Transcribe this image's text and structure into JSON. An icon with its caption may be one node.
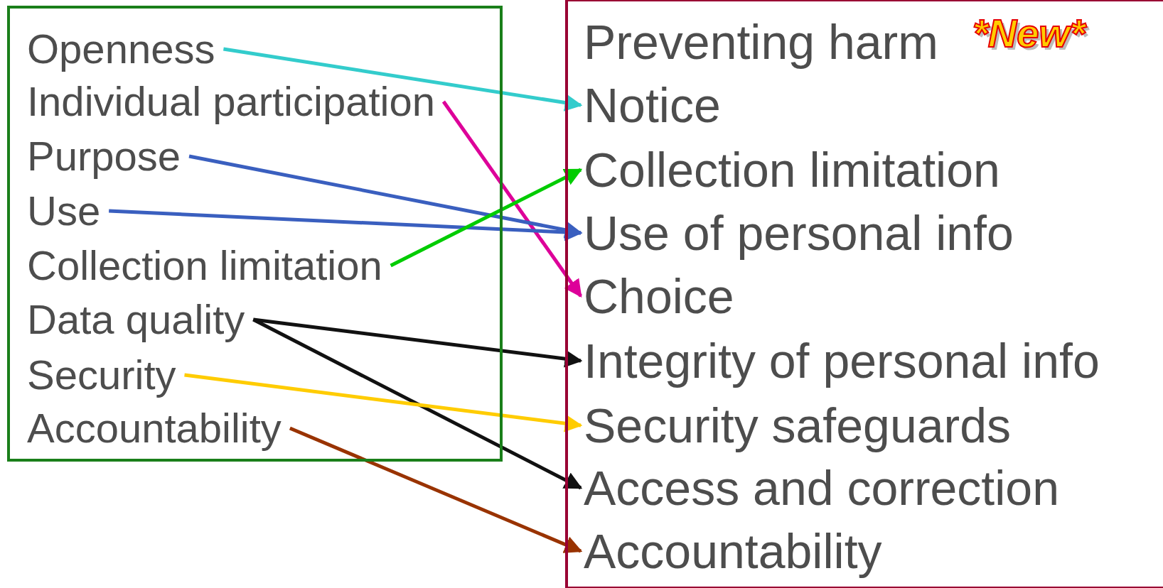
{
  "diagram": {
    "nodes": [
      {
        "text": [],
        "shape": "box"
      },
      {
        "text": [
          "Openness"
        ],
        "in": 0
      },
      {
        "text": [
          "Individual participation"
        ],
        "in": 0
      },
      {
        "text": [
          "Purpose"
        ],
        "in": 0
      },
      {
        "text": [
          "Use"
        ],
        "in": 0
      },
      {
        "text": [
          "Collection limitation"
        ],
        "in": 0
      },
      {
        "text": [
          "Data quality"
        ],
        "in": 0
      },
      {
        "text": [
          "Security"
        ],
        "in": 0
      },
      {
        "text": [
          "Accountability"
        ],
        "in": 0
      },
      {
        "text": [],
        "shape": "box"
      },
      {
        "text": [
          "Preventing harm"
        ],
        "in": 9,
        "beside": [
          "*New*"
        ]
      },
      {
        "text": [
          "Notice"
        ],
        "in": 9
      },
      {
        "text": [
          "Collection limitation"
        ],
        "in": 9
      },
      {
        "text": [
          "Use of personal info"
        ],
        "in": 9
      },
      {
        "text": [
          "Choice"
        ],
        "in": 9
      },
      {
        "text": [
          "Integrity of personal info"
        ],
        "in": 9
      },
      {
        "text": [
          "Security safeguards"
        ],
        "in": 9
      },
      {
        "text": [
          "Access and correction"
        ],
        "in": 9
      },
      {
        "text": [
          "Accountability"
        ],
        "in": 9
      }
    ],
    "edges": [
      {
        "from": 1,
        "to": 11,
        "arrow": "to",
        "color": "#33cccc"
      },
      {
        "from": 2,
        "to": 14,
        "arrow": "to",
        "color": "#dd0099"
      },
      {
        "from": 3,
        "to": 13,
        "arrow": "to",
        "color": "#3a5fbf"
      },
      {
        "from": 4,
        "to": 13,
        "arrow": "to",
        "color": "#3a5fbf"
      },
      {
        "from": 5,
        "to": 12,
        "arrow": "to",
        "color": "#00cc00"
      },
      {
        "from": 6,
        "to": 15,
        "arrow": "to",
        "color": "#111111"
      },
      {
        "from": 6,
        "to": 17,
        "arrow": "to",
        "color": "#111111"
      },
      {
        "from": 7,
        "to": 16,
        "arrow": "to",
        "color": "#ffcc00"
      },
      {
        "from": 8,
        "to": 18,
        "arrow": "to",
        "color": "#993300"
      }
    ]
  }
}
